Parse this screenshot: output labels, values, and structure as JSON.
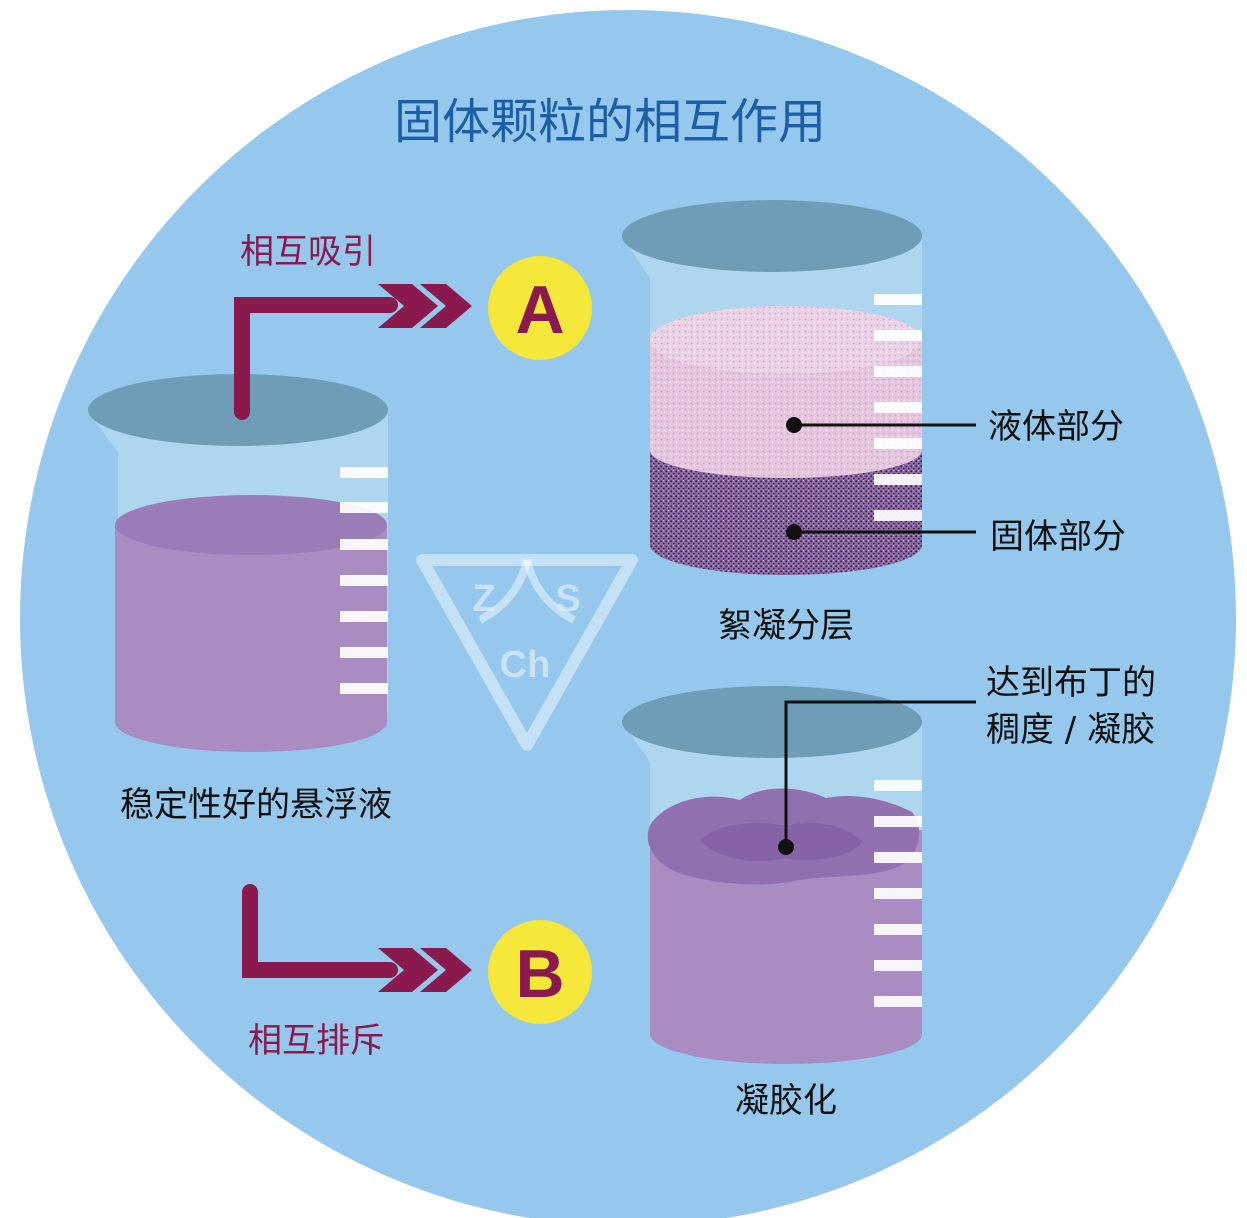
{
  "title": "固体颗粒的相互作用",
  "paths": {
    "attraction_label": "相互吸引",
    "repulsion_label": "相互排斥",
    "badge_a": "A",
    "badge_b": "B"
  },
  "beakers": {
    "stable": {
      "caption": "稳定性好的悬浮液"
    },
    "flocculation": {
      "caption": "絮凝分层",
      "callout_liquid": "液体部分",
      "callout_solid": "固体部分"
    },
    "gelation": {
      "caption": "凝胶化",
      "callout_line1": "达到布丁的",
      "callout_line2": "稠度 / 凝胶"
    }
  },
  "watermark": {
    "letter_z": "Z",
    "letter_s": "S",
    "letter_ch": "Ch"
  },
  "colors": {
    "background_circle": "#95c8ec",
    "title": "#1b5fa8",
    "arrow": "#8a1a4d",
    "badge_fill": "#f6e83a",
    "liquid": "#a88cc2",
    "liquid_top": "#9a7cb8",
    "beaker_rim": "#6f9cb7"
  }
}
